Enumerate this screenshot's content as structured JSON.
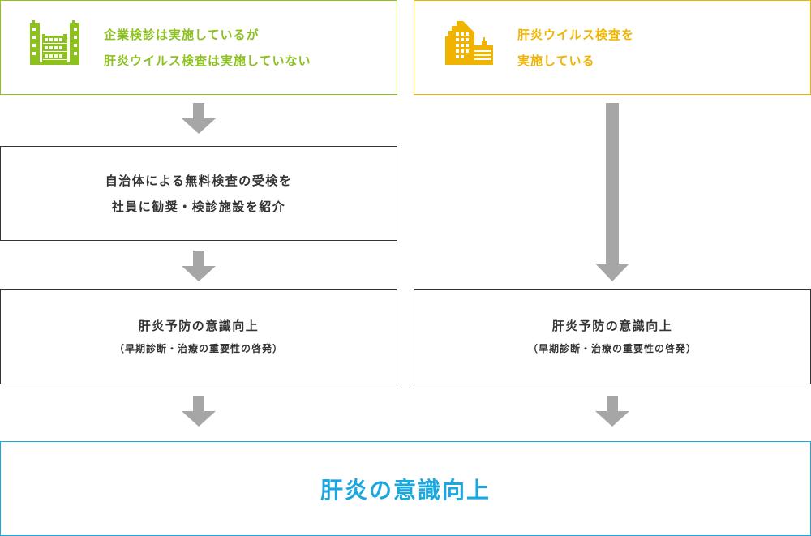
{
  "colors": {
    "green": "#8cc11f",
    "yellow": "#f0b400",
    "blue": "#1aa7e0",
    "arrow_gray": "#a6a6a6",
    "text_dark": "#333333"
  },
  "left_start": {
    "icon": "factory-building-icon",
    "lines": [
      "企業検診は実施しているが",
      "肝炎ウイルス検査は実施していない"
    ]
  },
  "right_start": {
    "icon": "office-building-icon",
    "lines": [
      "肝炎ウイルス検査を",
      "実施している"
    ]
  },
  "step_recommend": {
    "lines": [
      "自治体による無料検査の受検を",
      "社員に勧奨・検診施設を紹介"
    ]
  },
  "awareness_left": {
    "title": "肝炎予防の意識向上",
    "subtitle": "（早期診断・治療の重要性の啓発）"
  },
  "awareness_right": {
    "title": "肝炎予防の意識向上",
    "subtitle": "（早期診断・治療の重要性の啓発）"
  },
  "final": {
    "title": "肝炎の意識向上"
  }
}
